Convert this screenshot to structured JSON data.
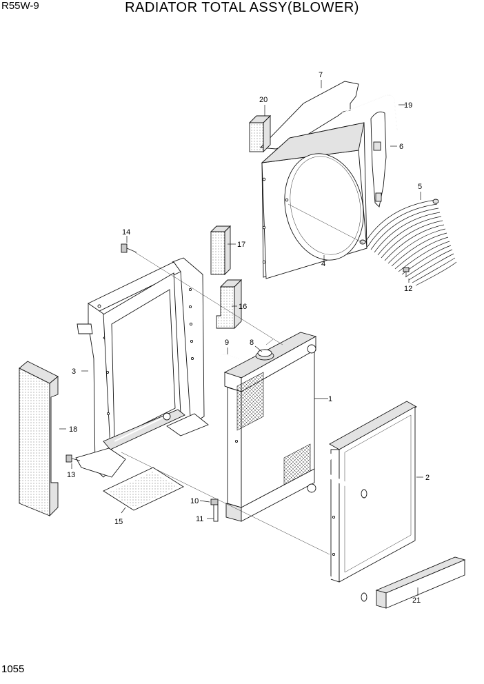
{
  "header": {
    "model": "R55W-9",
    "title": "RADIATOR TOTAL ASSY(BLOWER)"
  },
  "footer": {
    "page_number": "1055"
  },
  "callouts": [
    "1",
    "2",
    "3",
    "4",
    "5",
    "6",
    "7",
    "8",
    "9",
    "10",
    "11",
    "12",
    "13",
    "14",
    "15",
    "16",
    "17",
    "18",
    "19",
    "20",
    "21"
  ]
}
